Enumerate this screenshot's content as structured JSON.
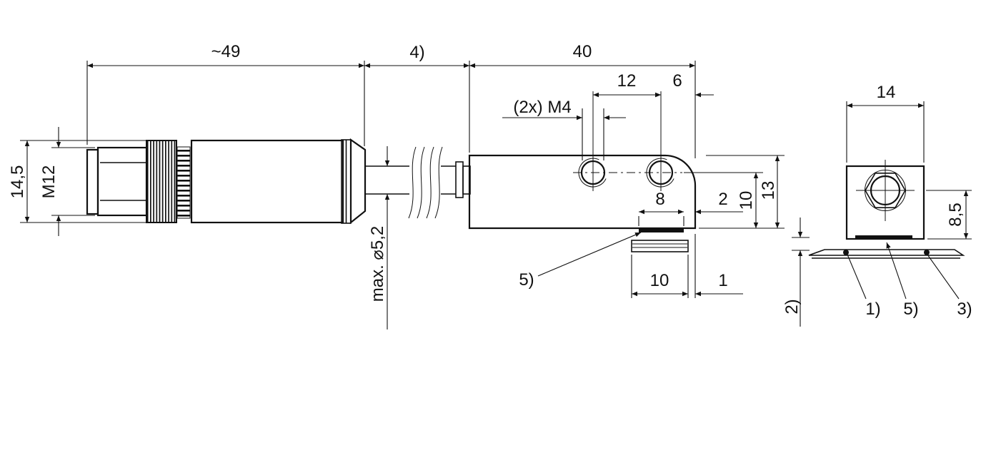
{
  "page": {
    "background": "#ffffff",
    "line_color": "#111111"
  },
  "front_view": {
    "name": "side elevation: M12 connector, cable and sensor body",
    "dimensions": {
      "overall_length": "~49",
      "cable_length_note": "4)",
      "body_length": "40",
      "hole_spacing": "12",
      "hole_to_edge": "6",
      "mounting_thread": "(2x) M4",
      "connector_diameter": "14,5",
      "connector_thread": "M12",
      "cable_diameter": "max. ⌀5,2",
      "active_surface_width": "8",
      "active_surface_to_edge": "2",
      "hole_axis_to_face": "10",
      "body_height": "13",
      "target_width": "10",
      "target_to_edge": "1",
      "active_surface_note": "5)"
    }
  },
  "end_view": {
    "name": "end elevation: mounting hole, sensing face and tape",
    "dimensions": {
      "body_width": "14",
      "hole_axis_to_face": "8,5",
      "gap_note": "2)",
      "tape_note_left": "1)",
      "active_surface_note": "5)",
      "tape_note_right": "3)"
    }
  }
}
